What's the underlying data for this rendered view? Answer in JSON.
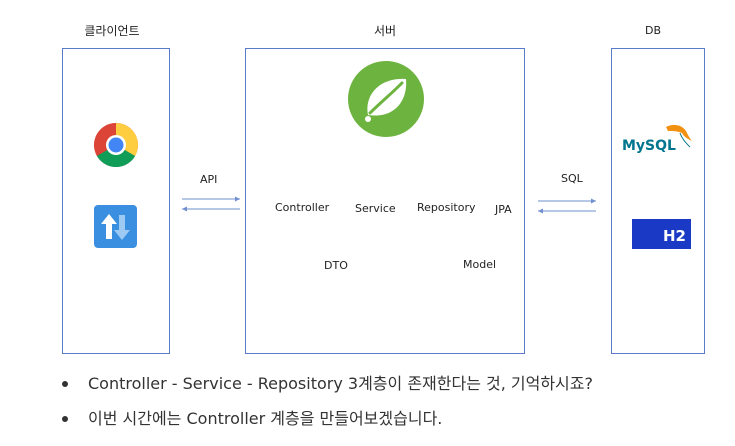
{
  "columns": {
    "client": {
      "title": "클라이언트"
    },
    "server": {
      "title": "서버"
    },
    "db": {
      "title": "DB"
    }
  },
  "connections": {
    "api_label": "API",
    "sql_label": "SQL"
  },
  "server_components": {
    "controller": "Controller",
    "service": "Service",
    "repository": "Repository",
    "jpa": "JPA",
    "dto": "DTO",
    "model": "Model"
  },
  "db_logos": {
    "mysql": "MySQL",
    "h2": "H2"
  },
  "bullets": [
    "Controller - Service - Repository 3계층이 존재한다는 것, 기억하시죠?",
    "이번 시간에는 Controller 계층을 만들어보겠습니다."
  ],
  "colors": {
    "box_border": "#5b7bc8",
    "arrow": "#6f8fd0",
    "spring_green": "#6db33f",
    "mysql_blue": "#00758f",
    "h2_blue": "#1a39c4"
  },
  "icons": [
    "chrome-icon",
    "transfer-app-icon",
    "spring-leaf-icon",
    "mysql-logo",
    "h2-logo"
  ]
}
